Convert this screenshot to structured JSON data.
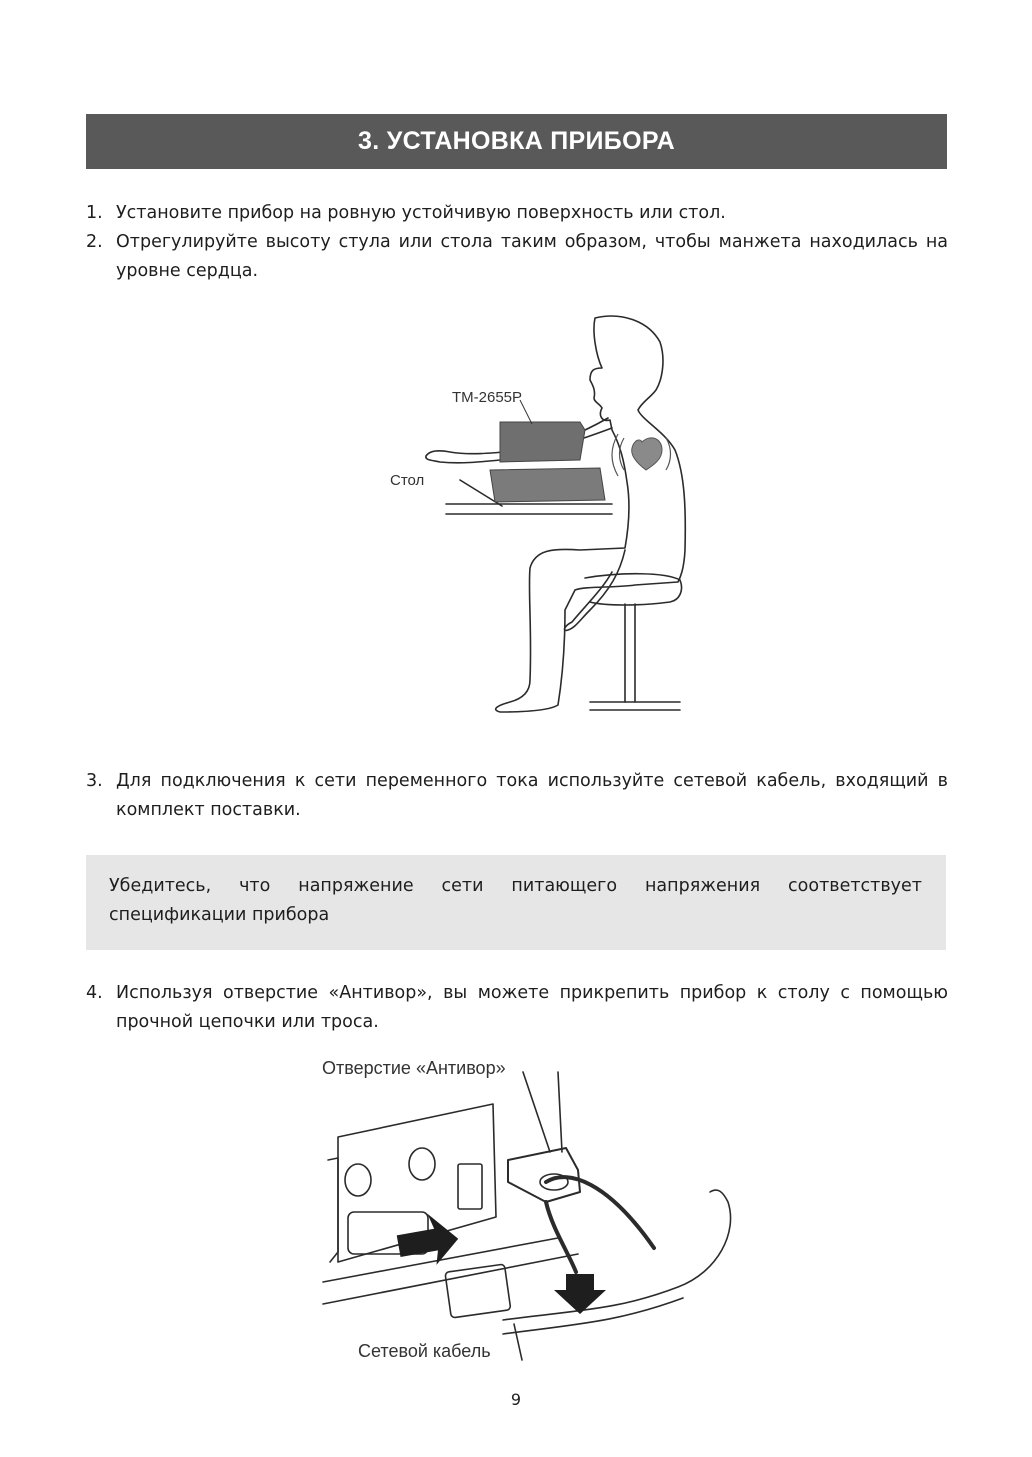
{
  "header": {
    "title": "3. УСТАНОВКА ПРИБОРА"
  },
  "steps": [
    {
      "num": "1.",
      "text": "Установите прибор на ровную устойчивую поверхность или стол."
    },
    {
      "num": "2.",
      "text": "Отрегулируйте высоту стула или стола таким образом, чтобы манжета находилась на уровне сердца."
    },
    {
      "num": "3.",
      "text": "Для подключения к сети переменного тока используйте сетевой кабель, входящий в комплект поставки."
    },
    {
      "num": "4.",
      "text": "Используя отверстие «Антивор», вы можете прикрепить прибор к столу с помощью прочной цепочки или троса."
    }
  ],
  "note": {
    "text": "Убедитесь, что напряжение сети питающего напряжения соответствует спецификации прибора"
  },
  "figure1": {
    "device_label": "TM-2655P",
    "table_label": "Стол"
  },
  "figure2": {
    "hole_label": "Отверстие «Антивор»",
    "cable_label": "Сетевой кабель"
  },
  "footer": {
    "page_number": "9"
  }
}
